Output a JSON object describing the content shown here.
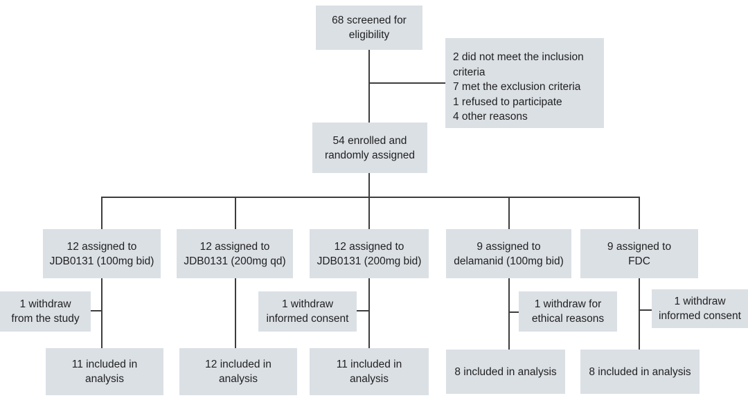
{
  "colors": {
    "box_fill": "#dbe0e5",
    "line": "#3c3c3c",
    "text": "#1f1f1f",
    "background": "#ffffff"
  },
  "nodes": {
    "screened": {
      "text": "68 screened for\neligibility"
    },
    "excluded": {
      "text": "2 did not meet the inclusion criteria\n7 met the exclusion criteria\n1 refused to participate\n4 other reasons"
    },
    "enrolled": {
      "text": "54 enrolled and\nrandomly assigned"
    },
    "arm1": {
      "text": "12 assigned to\nJDB0131 (100mg bid)"
    },
    "arm2": {
      "text": "12 assigned to\nJDB0131 (200mg qd)"
    },
    "arm3": {
      "text": "12 assigned to\nJDB0131 (200mg bid)"
    },
    "arm4": {
      "text": "9 assigned to\ndelamanid (100mg bid)"
    },
    "arm5": {
      "text": "9 assigned to\nFDC"
    },
    "withdraw1": {
      "text": "1 withdraw\nfrom the study"
    },
    "withdraw3": {
      "text": "1 withdraw\ninformed consent"
    },
    "withdraw4": {
      "text": "1 withdraw for\nethical reasons"
    },
    "withdraw5": {
      "text": "1 withdraw\ninformed consent"
    },
    "analysis1": {
      "text": "11 included in\nanalysis"
    },
    "analysis2": {
      "text": "12 included in\nanalysis"
    },
    "analysis3": {
      "text": "11 included in\nanalysis"
    },
    "analysis4": {
      "text": "8 included in analysis"
    },
    "analysis5": {
      "text": "8 included in analysis"
    }
  }
}
